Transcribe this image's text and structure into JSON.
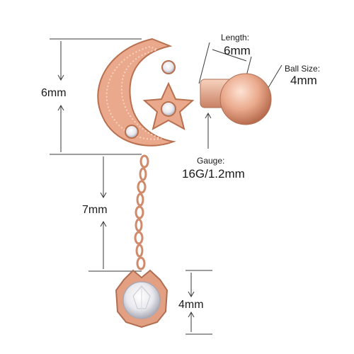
{
  "product": {
    "colors": {
      "metal": "#e6a487",
      "metal_dark": "#c47c5e",
      "metal_light": "#f6cdb8",
      "stone": "#f2f2f6",
      "line": "#2a2a2a"
    }
  },
  "dimensions": {
    "top_height": "6mm",
    "chain_length": "7mm",
    "pendant_height": "4mm",
    "length_label": "Length:",
    "length_value": "6mm",
    "ball_size_label": "Ball Size:",
    "ball_size_value": "4mm",
    "gauge_label": "Gauge:",
    "gauge_value": "16G/1.2mm"
  }
}
